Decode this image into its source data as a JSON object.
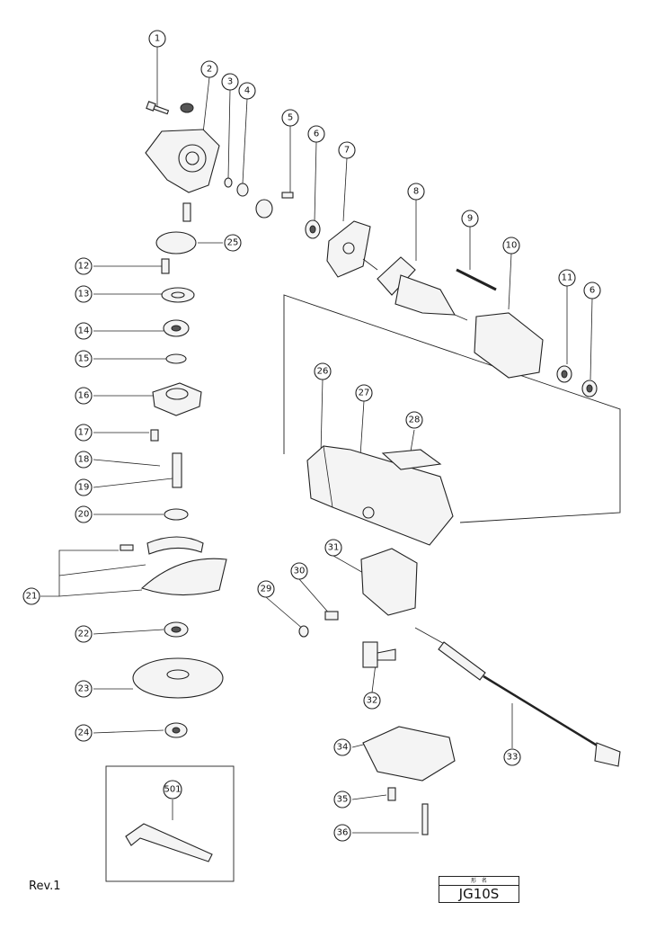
{
  "document": {
    "revision": "Rev.1",
    "model_header": "形　名",
    "model": "JG10S"
  },
  "callouts": [
    "1",
    "2",
    "3",
    "4",
    "5",
    "6",
    "7",
    "8",
    "9",
    "10",
    "11",
    "6",
    "12",
    "13",
    "14",
    "15",
    "16",
    "17",
    "18",
    "19",
    "20",
    "21",
    "22",
    "23",
    "24",
    "25",
    "26",
    "27",
    "28",
    "29",
    "30",
    "31",
    "32",
    "33",
    "34",
    "35",
    "36",
    "501"
  ],
  "icon_names": [
    "screw-icon",
    "gear-housing-icon",
    "washer-icon",
    "nut-icon",
    "bracket-icon",
    "bearing-icon",
    "armature-icon",
    "stator-icon",
    "housing-icon",
    "label-icon",
    "switch-icon",
    "cord-icon",
    "wheel-guard-icon",
    "grinding-wheel-icon",
    "wrench-icon"
  ]
}
